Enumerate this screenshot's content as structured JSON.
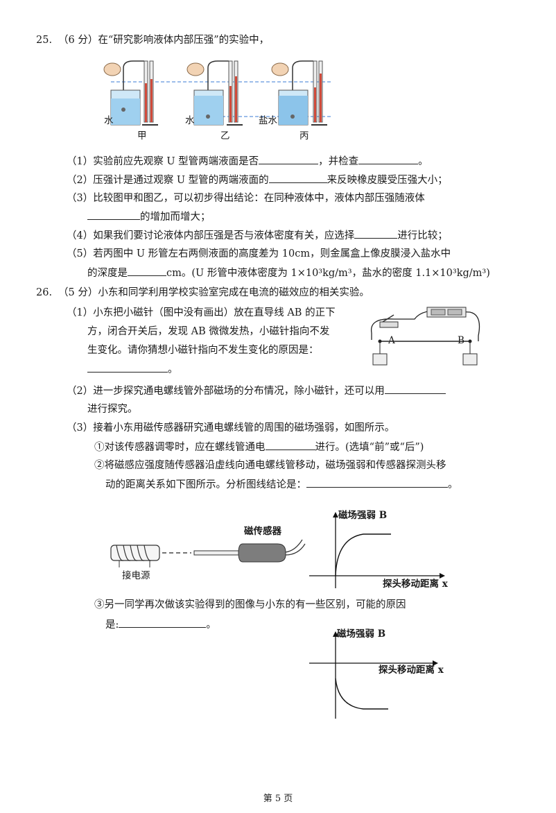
{
  "q25": {
    "number": "25.",
    "header": "（6 分）在“研究影响液体内部压强”的实验中，",
    "fig_labels": {
      "water1": "水",
      "jia": "甲",
      "water2": "水",
      "yi": "乙",
      "brine": "盐水",
      "bing": "丙"
    },
    "p1a": "（1）实验前应先观察 U 型管两端液面是否",
    "p1b": "，并检查",
    "p1c": "。",
    "p2a": "（2）压强计是通过观察 U 型管的两端液面的",
    "p2b": "来反映橡皮膜受压强大小；",
    "p3a": "（3）比较图甲和图乙，可以初步得出结论：在同种液体中，液体内部压强随液体",
    "p3b": "的增加而增大；",
    "p4a": "（4）如果我们要讨论液体内部压强是否与液体密度有关，应选择",
    "p4b": "进行比较；",
    "p5a": "（5）若丙图中 U 形管左右两侧液面的高度差为 10cm，则金属盒上像皮膜浸入盐水中",
    "p5b": "的深度是",
    "p5c": "cm。(U 形管中液体密度为 1×10³kg/m³，盐水的密度 1.1×10³kg/m³)"
  },
  "q26": {
    "number": "26.",
    "header": "（5 分）小东和同学利用学校实验室完成在电流的磁效应的相关实验。",
    "p1a": "（1）小东把小磁针（图中没有画出）放在直导线 AB 的正下",
    "p1b": "方，闭合开关后，发现 AB 微微发热，小磁针指向不发",
    "p1c": "生变化。请你猜想小磁针指向不发生变化的原因是：",
    "p1d": "。",
    "circuit_a": "A",
    "circuit_b": "B",
    "p2a": "（2）进一步探究通电螺线管外部磁场的分布情况，除小磁针，还可以用",
    "p2b": "进行探究。",
    "p3": "（3）接着小东用磁传感器研究通电螺线管的周围的磁场强弱，如图所示。",
    "s1a": "①对该传感器调零时，应在螺线管通电",
    "s1b": "进行。(选填“前”或“后”)",
    "s2a": "②将磁感应强度随传感器沿虚线向通电螺线管移动，磁场强弱和传感器探测头移",
    "s2b": "动的距离关系如下图所示。分析图线结论是：",
    "s2c": "。",
    "sensor_label": "磁传感器",
    "power_label": "接电源",
    "graph1_y": "磁场强弱 B",
    "graph1_x": "探头移动距离 x",
    "s3a": "③另一同学再次做该实验得到的图像与小东的有一些区别，可能的原因",
    "s3b": "是:",
    "s3c": "。",
    "graph2_y": "磁场强弱 B",
    "graph2_x": "探头移动距离 x"
  },
  "footer": "第 5 页"
}
